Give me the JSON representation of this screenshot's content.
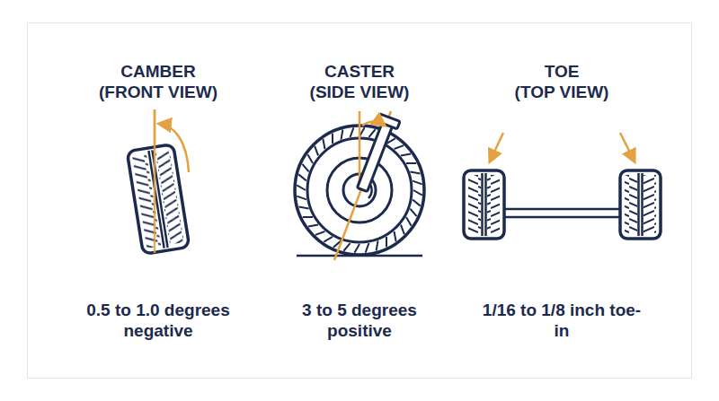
{
  "diagram": {
    "labels": [
      "CAMBER",
      "(FRONT VIEW)",
      "0.5 to 1.0 degrees negative",
      "CASTER",
      "(SIDE VIEW)",
      "3 to 5 degrees positive",
      "TOE",
      "(TOP VIEW)",
      "1/16 to 1/8 inch toe-in"
    ]
  }
}
